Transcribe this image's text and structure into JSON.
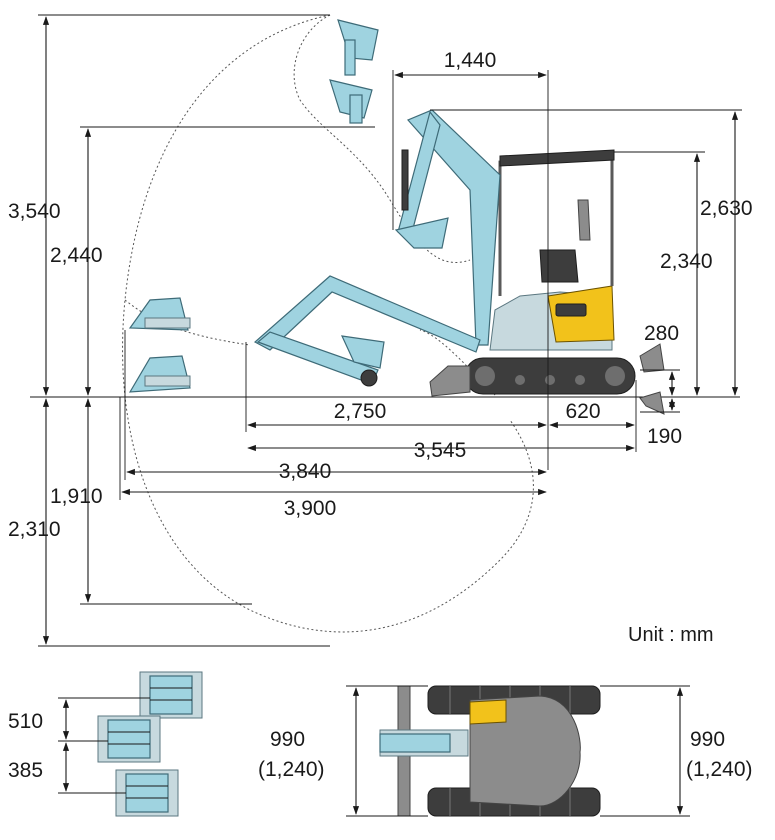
{
  "dimensions": {
    "reach_1440": "1,440",
    "height_3540": "3,540",
    "height_2440": "2,440",
    "height_2630": "2,630",
    "height_2340": "2,340",
    "blade_280": "280",
    "blade_190": "190",
    "dist_2750": "2,750",
    "dist_620": "620",
    "dist_3545": "3,545",
    "reach_3840": "3,840",
    "reach_3900": "3,900",
    "depth_1910": "1,910",
    "depth_2310": "2,310",
    "offset_510": "510",
    "offset_385": "385",
    "width_left_main": "990",
    "width_left_alt": "(1,240)",
    "width_right_main": "990",
    "width_right_alt": "(1,240)"
  },
  "unit_label": "Unit : mm",
  "colors": {
    "boom": "#9fd3e0",
    "body_yellow": "#f2c21b",
    "track": "#3d3d3d"
  }
}
